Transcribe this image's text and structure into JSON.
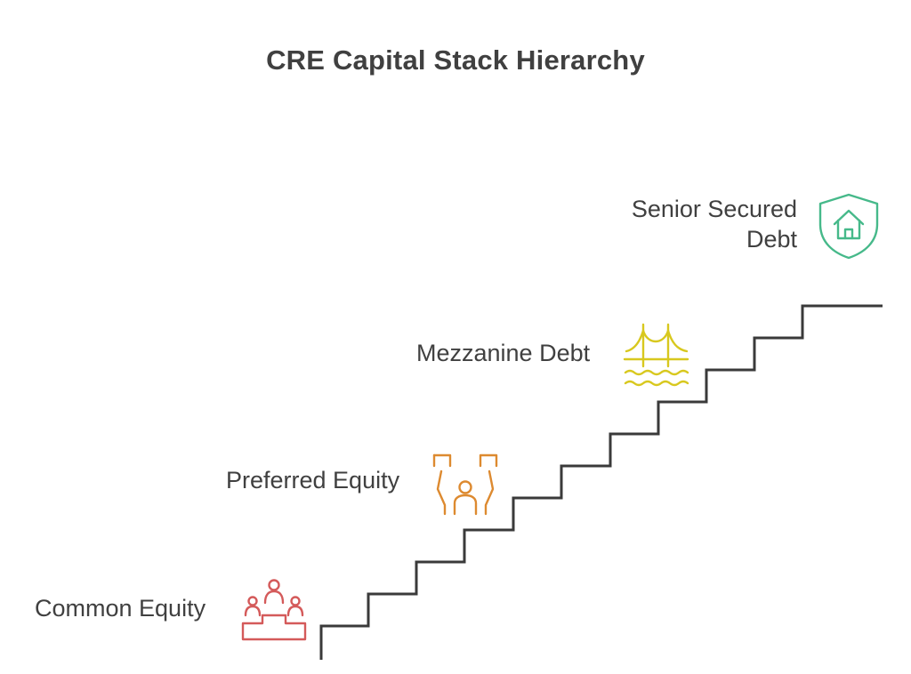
{
  "title": "CRE Capital Stack Hierarchy",
  "levels": [
    {
      "label": "Common Equity",
      "icon": "podium-people-icon",
      "color": "#d45a5a"
    },
    {
      "label": "Preferred Equity",
      "icon": "held-up-person-icon",
      "color": "#dd8a30"
    },
    {
      "label": "Mezzanine Debt",
      "icon": "bridge-icon",
      "color": "#d8c81e"
    },
    {
      "label_line1": "Senior Secured",
      "label_line2": "Debt",
      "icon": "shield-house-icon",
      "color": "#46b98a"
    }
  ],
  "colors": {
    "staircase": "#3a3a3a",
    "text": "#404040"
  }
}
